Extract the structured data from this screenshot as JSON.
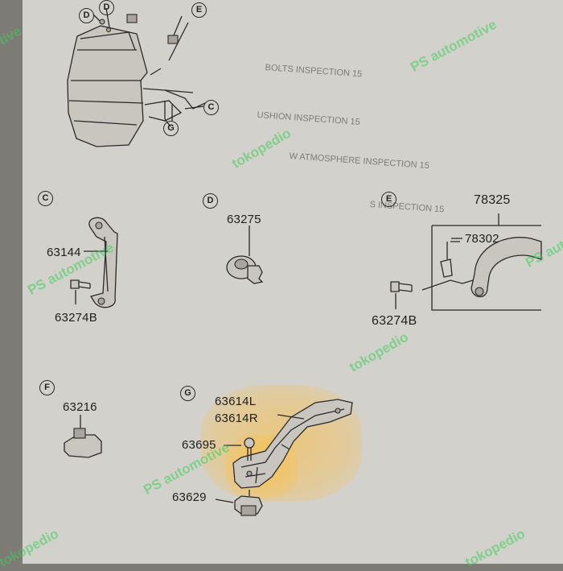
{
  "callouts": {
    "C": "C",
    "D": "D",
    "E": "E",
    "F": "F",
    "G": "G",
    "top_D1": "D",
    "top_D2": "D",
    "top_E": "E",
    "top_C": "C",
    "top_G": "G"
  },
  "parts": {
    "p63144": "63144",
    "p63274b_c": "63274B",
    "p63275": "63275",
    "p78325": "78325",
    "p78302": "78302",
    "p63274b_e": "63274B",
    "p63216": "63216",
    "p63614l": "63614L",
    "p63614r": "63614R",
    "p63695": "63695",
    "p63629": "63629"
  },
  "bleed_text": {
    "l1": "BOLTS INSPECTION 15",
    "l2": "USHION INSPECTION 15",
    "l3": "W ATMOSPHERE INSPECTION 15",
    "l4": "S INSPECTION 15"
  },
  "watermarks": {
    "w1": "tive",
    "w2": "PS automotive",
    "w3": "tokopedio",
    "w4": "PS automotive",
    "w5": "PS automotive",
    "w6": "tokopedio",
    "w7": "PS automotive",
    "w8": "tokopedio",
    "w9": "tokopedio"
  },
  "colors": {
    "paper": "#d3d1cb",
    "ink": "#1f1f1f",
    "highlight": "#ffbe3c",
    "watermark": "#3ccd5a"
  }
}
